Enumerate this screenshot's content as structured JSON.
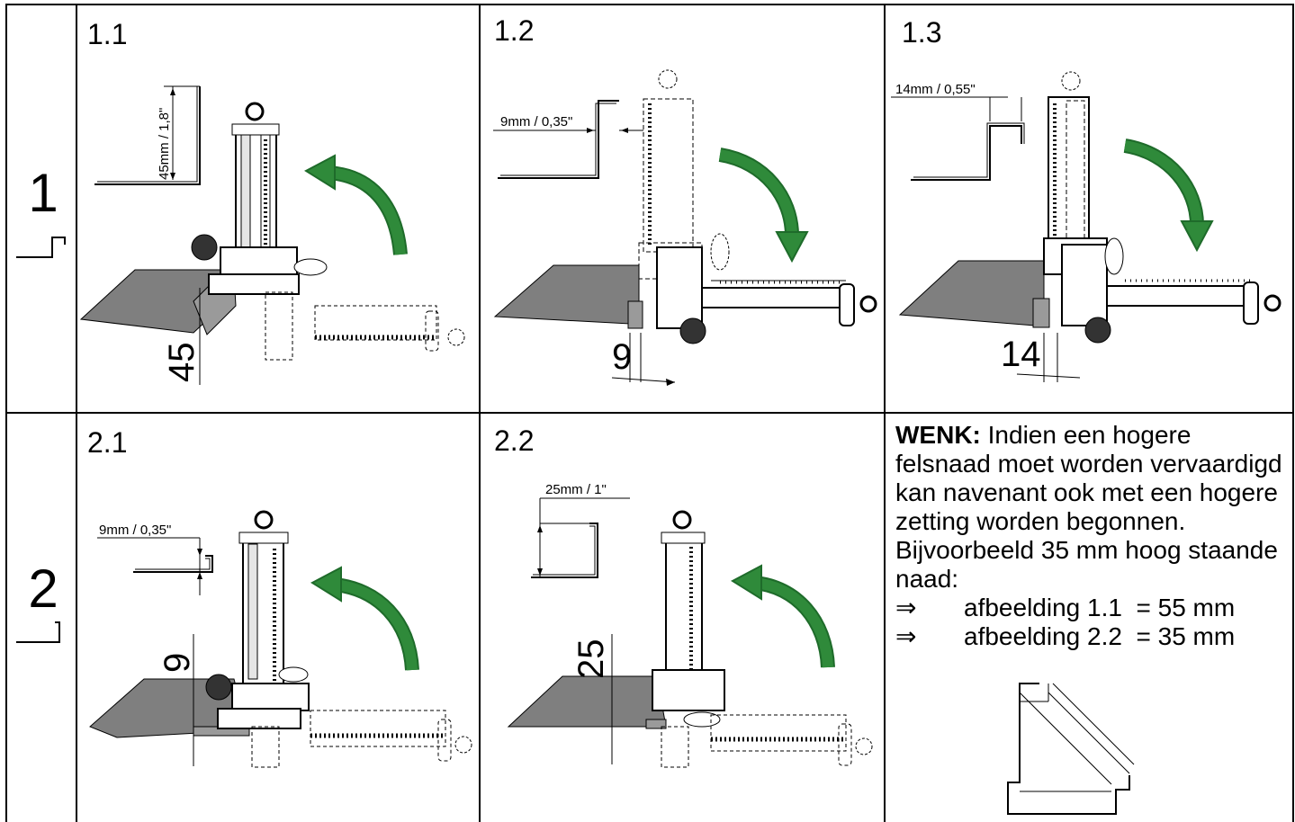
{
  "rows": [
    {
      "number": "1"
    },
    {
      "number": "2"
    }
  ],
  "steps": {
    "s11": {
      "label": "1.1",
      "dim_label": "45mm / 1,8\"",
      "measure": "45"
    },
    "s12": {
      "label": "1.2",
      "dim_label": "9mm / 0,35\"",
      "measure": "9"
    },
    "s13": {
      "label": "1.3",
      "dim_label": "14mm / 0,55\"",
      "measure": "14"
    },
    "s21": {
      "label": "2.1",
      "dim_label": "9mm / 0,35\"",
      "measure": "9"
    },
    "s22": {
      "label": "2.2",
      "dim_label": "25mm / 1\"",
      "measure": "25"
    }
  },
  "tip": {
    "heading": "WENK:",
    "text": "Indien een hogere felsnaad moet worden vervaardigd kan navenant ook met een hogere zetting worden begonnen.",
    "example": "Bijvoorbeeld 35 mm hoog staande naad:",
    "items": [
      {
        "arrow": "⇒",
        "text": "afbeelding 1.1  = 55 mm"
      },
      {
        "arrow": "⇒",
        "text": "afbeelding 2.2  = 35 mm"
      }
    ]
  },
  "colors": {
    "arrow": "#2f8a3a",
    "arrow_dark": "#1e6b2a",
    "plate": "#808080",
    "line": "#000000"
  }
}
